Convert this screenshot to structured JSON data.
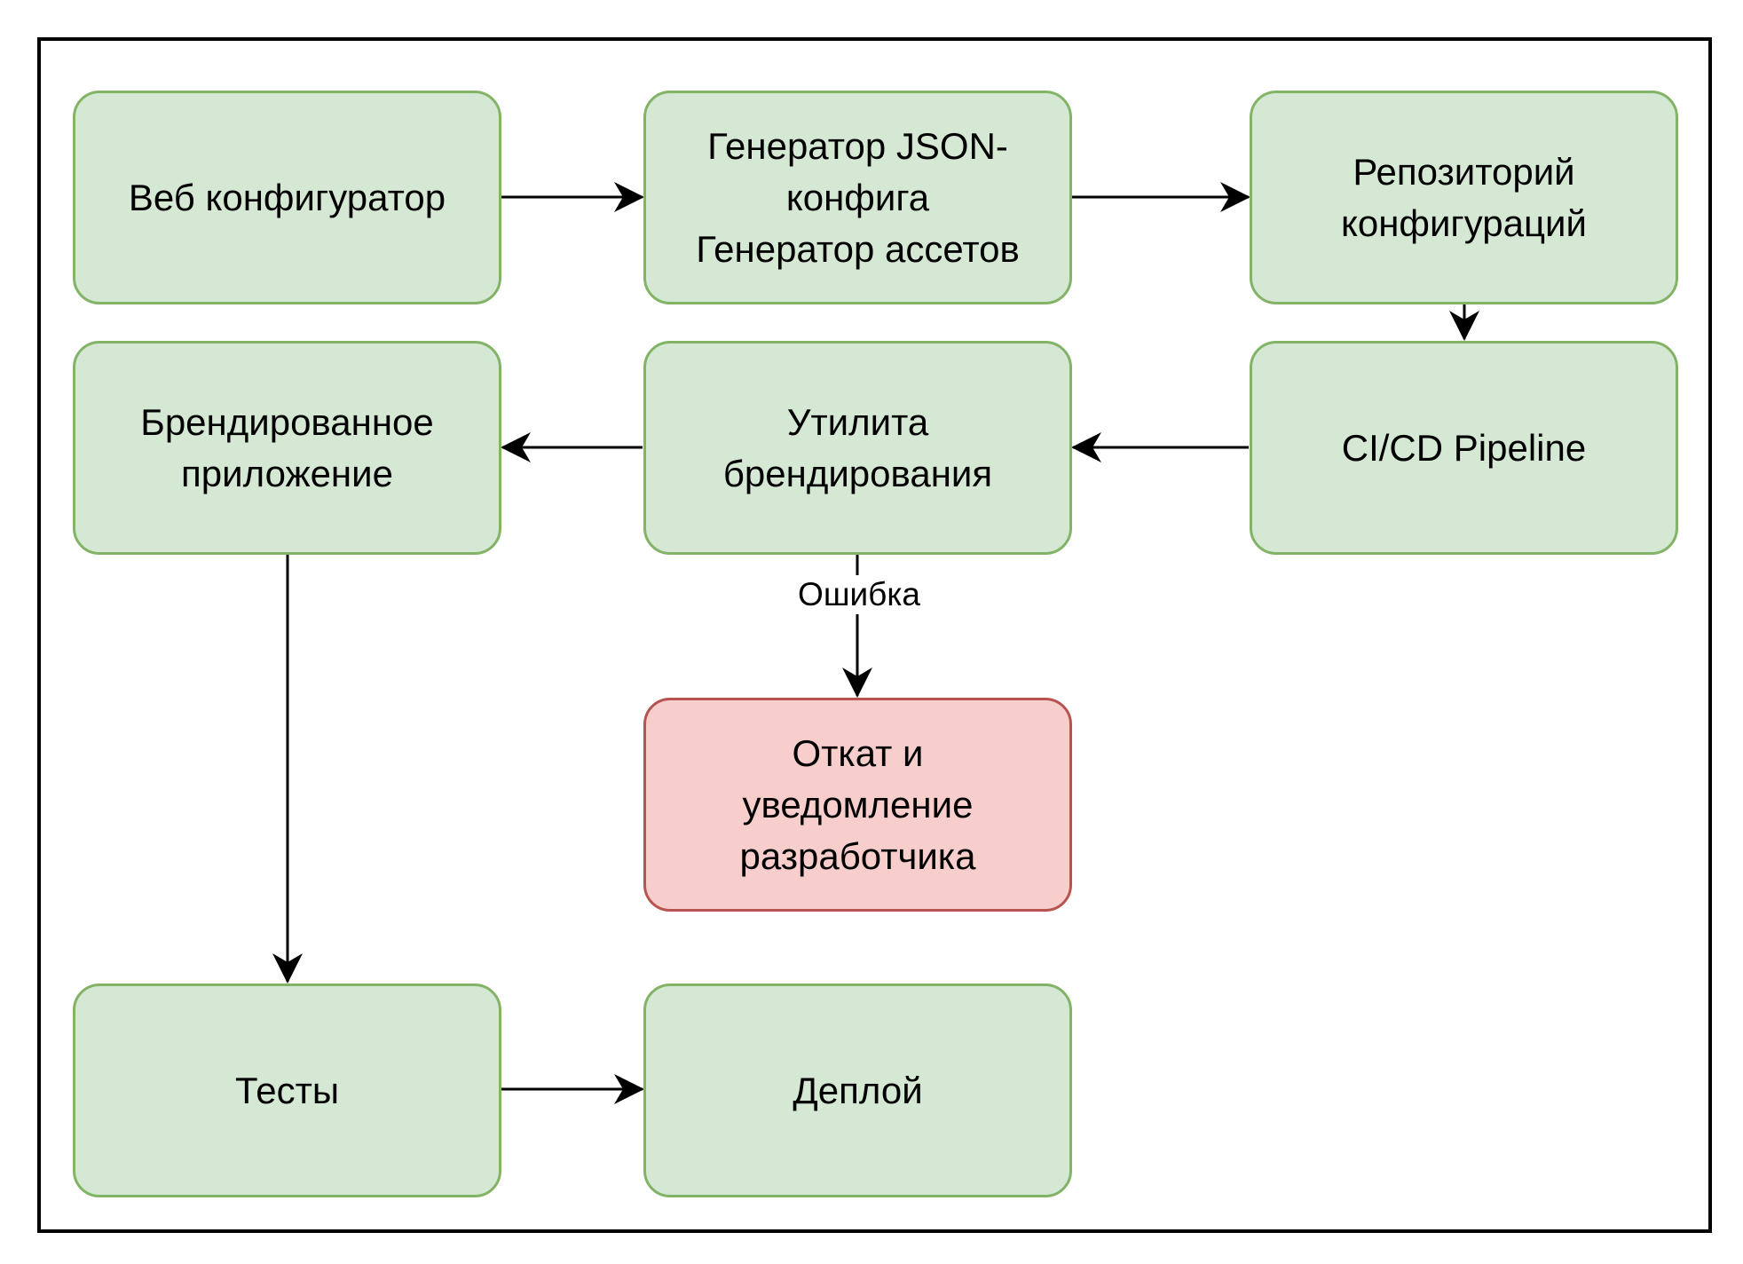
{
  "nodes": {
    "web_configurator": "Веб конфигуратор",
    "json_generator": "Генератор JSON-\nконфига\nГенератор ассетов",
    "config_repo": "Репозиторий\nконфигураций",
    "cicd": "CI/CD Pipeline",
    "branding_util": "Утилита\nбрендирования",
    "branded_app": "Брендированное\nприложение",
    "rollback": "Откат и\nуведомление\nразработчика",
    "tests": "Тесты",
    "deploy": "Деплой"
  },
  "edges": {
    "error_label": "Ошибка"
  },
  "colors": {
    "node_fill": "#d5e8d4",
    "node_stroke": "#82b366",
    "error_fill": "#f8cecc",
    "error_stroke": "#b85450"
  }
}
